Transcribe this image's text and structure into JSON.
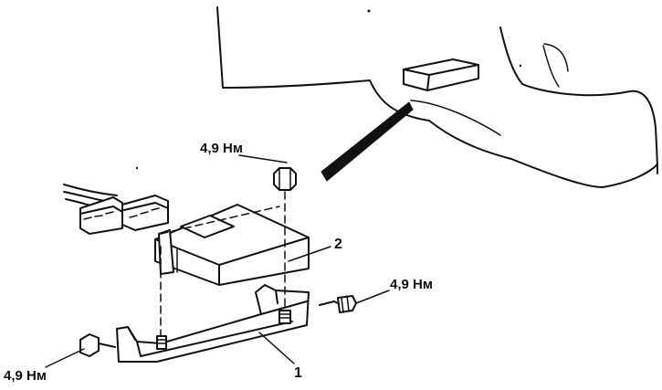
{
  "labels": {
    "torque_top": "4,9 Нм",
    "torque_right": "4,9 Нм",
    "torque_left": "4,9 Нм",
    "part_2": "2",
    "part_1": "1"
  },
  "colors": {
    "ink": "#111111",
    "background": "#ffffff"
  }
}
